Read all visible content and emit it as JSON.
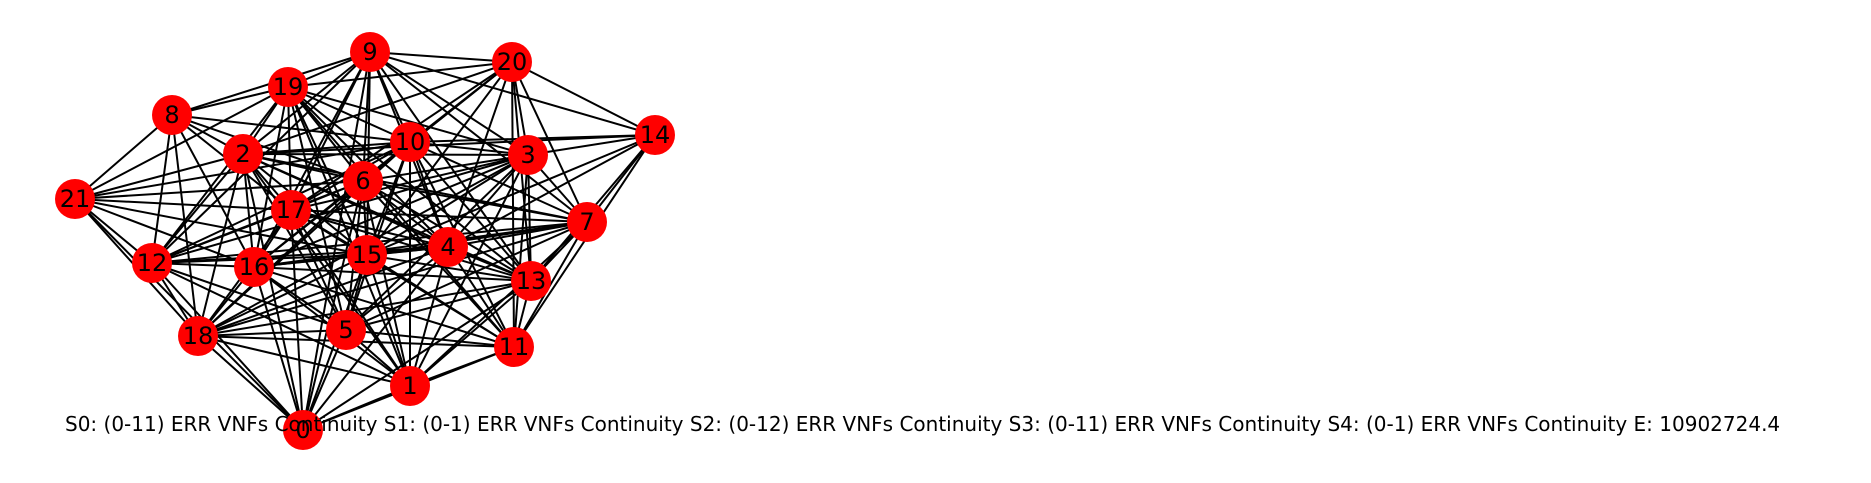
{
  "graph": {
    "node_color": "#ff0000",
    "edge_color": "#000000",
    "nodes": [
      "0",
      "1",
      "2",
      "3",
      "4",
      "5",
      "6",
      "7",
      "8",
      "9",
      "10",
      "11",
      "12",
      "13",
      "14",
      "15",
      "16",
      "17",
      "18",
      "19",
      "20",
      "21"
    ],
    "edges": [
      [
        "8",
        "19"
      ],
      [
        "8",
        "9"
      ],
      [
        "8",
        "2"
      ],
      [
        "8",
        "21"
      ],
      [
        "8",
        "12"
      ],
      [
        "8",
        "18"
      ],
      [
        "8",
        "16"
      ],
      [
        "8",
        "10"
      ],
      [
        "8",
        "17"
      ],
      [
        "8",
        "6"
      ],
      [
        "19",
        "9"
      ],
      [
        "19",
        "20"
      ],
      [
        "19",
        "2"
      ],
      [
        "19",
        "21"
      ],
      [
        "19",
        "12"
      ],
      [
        "19",
        "16"
      ],
      [
        "19",
        "17"
      ],
      [
        "19",
        "6"
      ],
      [
        "19",
        "10"
      ],
      [
        "19",
        "3"
      ],
      [
        "19",
        "15"
      ],
      [
        "19",
        "4"
      ],
      [
        "19",
        "5"
      ],
      [
        "19",
        "13"
      ],
      [
        "19",
        "11"
      ],
      [
        "19",
        "1"
      ],
      [
        "9",
        "20"
      ],
      [
        "9",
        "14"
      ],
      [
        "9",
        "2"
      ],
      [
        "9",
        "10"
      ],
      [
        "9",
        "6"
      ],
      [
        "9",
        "3"
      ],
      [
        "9",
        "17"
      ],
      [
        "9",
        "16"
      ],
      [
        "9",
        "15"
      ],
      [
        "9",
        "4"
      ],
      [
        "9",
        "13"
      ],
      [
        "9",
        "12"
      ],
      [
        "9",
        "0"
      ],
      [
        "9",
        "7"
      ],
      [
        "20",
        "14"
      ],
      [
        "20",
        "3"
      ],
      [
        "20",
        "7"
      ],
      [
        "20",
        "10"
      ],
      [
        "20",
        "2"
      ],
      [
        "20",
        "6"
      ],
      [
        "20",
        "17"
      ],
      [
        "20",
        "15"
      ],
      [
        "20",
        "4"
      ],
      [
        "20",
        "13"
      ],
      [
        "20",
        "11"
      ],
      [
        "20",
        "16"
      ],
      [
        "14",
        "3"
      ],
      [
        "14",
        "7"
      ],
      [
        "14",
        "10"
      ],
      [
        "14",
        "4"
      ],
      [
        "14",
        "13"
      ],
      [
        "14",
        "11"
      ],
      [
        "14",
        "15"
      ],
      [
        "14",
        "2"
      ],
      [
        "2",
        "21"
      ],
      [
        "2",
        "10"
      ],
      [
        "2",
        "3"
      ],
      [
        "2",
        "6"
      ],
      [
        "2",
        "17"
      ],
      [
        "2",
        "16"
      ],
      [
        "2",
        "12"
      ],
      [
        "2",
        "18"
      ],
      [
        "2",
        "15"
      ],
      [
        "2",
        "4"
      ],
      [
        "2",
        "13"
      ],
      [
        "2",
        "5"
      ],
      [
        "2",
        "1"
      ],
      [
        "2",
        "0"
      ],
      [
        "2",
        "7"
      ],
      [
        "21",
        "12"
      ],
      [
        "21",
        "18"
      ],
      [
        "21",
        "17"
      ],
      [
        "21",
        "16"
      ],
      [
        "21",
        "15"
      ],
      [
        "21",
        "6"
      ],
      [
        "21",
        "0"
      ],
      [
        "21",
        "10"
      ],
      [
        "10",
        "3"
      ],
      [
        "10",
        "6"
      ],
      [
        "10",
        "17"
      ],
      [
        "10",
        "16"
      ],
      [
        "10",
        "15"
      ],
      [
        "10",
        "4"
      ],
      [
        "10",
        "13"
      ],
      [
        "10",
        "11"
      ],
      [
        "10",
        "5"
      ],
      [
        "10",
        "1"
      ],
      [
        "10",
        "12"
      ],
      [
        "10",
        "18"
      ],
      [
        "10",
        "7"
      ],
      [
        "3",
        "7"
      ],
      [
        "3",
        "6"
      ],
      [
        "3",
        "4"
      ],
      [
        "3",
        "13"
      ],
      [
        "3",
        "11"
      ],
      [
        "3",
        "15"
      ],
      [
        "3",
        "16"
      ],
      [
        "3",
        "17"
      ],
      [
        "3",
        "5"
      ],
      [
        "3",
        "1"
      ],
      [
        "3",
        "12"
      ],
      [
        "3",
        "18"
      ],
      [
        "6",
        "17"
      ],
      [
        "6",
        "15"
      ],
      [
        "6",
        "16"
      ],
      [
        "6",
        "4"
      ],
      [
        "6",
        "13"
      ],
      [
        "6",
        "11"
      ],
      [
        "6",
        "5"
      ],
      [
        "6",
        "1"
      ],
      [
        "6",
        "12"
      ],
      [
        "6",
        "18"
      ],
      [
        "6",
        "7"
      ],
      [
        "6",
        "0"
      ],
      [
        "17",
        "16"
      ],
      [
        "17",
        "12"
      ],
      [
        "17",
        "18"
      ],
      [
        "17",
        "15"
      ],
      [
        "17",
        "4"
      ],
      [
        "17",
        "5"
      ],
      [
        "17",
        "13"
      ],
      [
        "17",
        "11"
      ],
      [
        "17",
        "1"
      ],
      [
        "17",
        "0"
      ],
      [
        "17",
        "7"
      ],
      [
        "7",
        "4"
      ],
      [
        "7",
        "13"
      ],
      [
        "7",
        "11"
      ],
      [
        "7",
        "15"
      ],
      [
        "7",
        "16"
      ],
      [
        "7",
        "5"
      ],
      [
        "7",
        "12"
      ],
      [
        "7",
        "18"
      ],
      [
        "7",
        "1"
      ],
      [
        "12",
        "16"
      ],
      [
        "12",
        "18"
      ],
      [
        "12",
        "15"
      ],
      [
        "12",
        "4"
      ],
      [
        "12",
        "5"
      ],
      [
        "12",
        "0"
      ],
      [
        "12",
        "1"
      ],
      [
        "16",
        "15"
      ],
      [
        "16",
        "18"
      ],
      [
        "16",
        "5"
      ],
      [
        "16",
        "4"
      ],
      [
        "16",
        "13"
      ],
      [
        "16",
        "11"
      ],
      [
        "16",
        "1"
      ],
      [
        "16",
        "0"
      ],
      [
        "15",
        "4"
      ],
      [
        "15",
        "13"
      ],
      [
        "15",
        "11"
      ],
      [
        "15",
        "5"
      ],
      [
        "15",
        "1"
      ],
      [
        "15",
        "0"
      ],
      [
        "15",
        "18"
      ],
      [
        "4",
        "13"
      ],
      [
        "4",
        "11"
      ],
      [
        "4",
        "5"
      ],
      [
        "4",
        "1"
      ],
      [
        "4",
        "0"
      ],
      [
        "4",
        "18"
      ],
      [
        "13",
        "11"
      ],
      [
        "13",
        "5"
      ],
      [
        "13",
        "1"
      ],
      [
        "13",
        "0"
      ],
      [
        "13",
        "18"
      ],
      [
        "18",
        "5"
      ],
      [
        "18",
        "1"
      ],
      [
        "18",
        "0"
      ],
      [
        "18",
        "11"
      ],
      [
        "5",
        "11"
      ],
      [
        "5",
        "1"
      ],
      [
        "5",
        "0"
      ],
      [
        "11",
        "1"
      ],
      [
        "11",
        "0"
      ],
      [
        "1",
        "0"
      ]
    ]
  },
  "caption": "S0: (0-11) ERR VNFs Continuity S1: (0-1) ERR VNFs Continuity S2: (0-12) ERR VNFs Continuity S3: (0-11) ERR VNFs Continuity S4: (0-1) ERR VNFs Continuity  E: 10902724.4"
}
